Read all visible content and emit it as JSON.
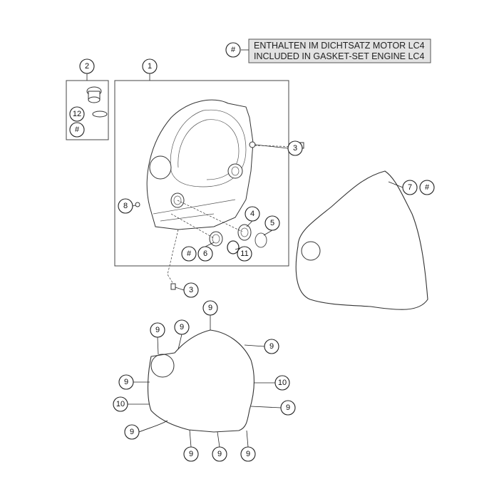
{
  "legend": {
    "symbol": "#",
    "line1": "ENTHALTEN IM DICHTSATZ MOTOR LC4",
    "line2": "INCLUDED IN GASKET-SET ENGINE LC4",
    "fill_color": "#e3e3e3"
  },
  "callouts": [
    "2",
    "1",
    "12",
    "#",
    "3",
    "7",
    "#",
    "8",
    "4",
    "5",
    "#",
    "6",
    "11",
    "3",
    "9",
    "9",
    "9",
    "9",
    "9",
    "10",
    "10",
    "9",
    "9",
    "9",
    "9",
    "9"
  ]
}
